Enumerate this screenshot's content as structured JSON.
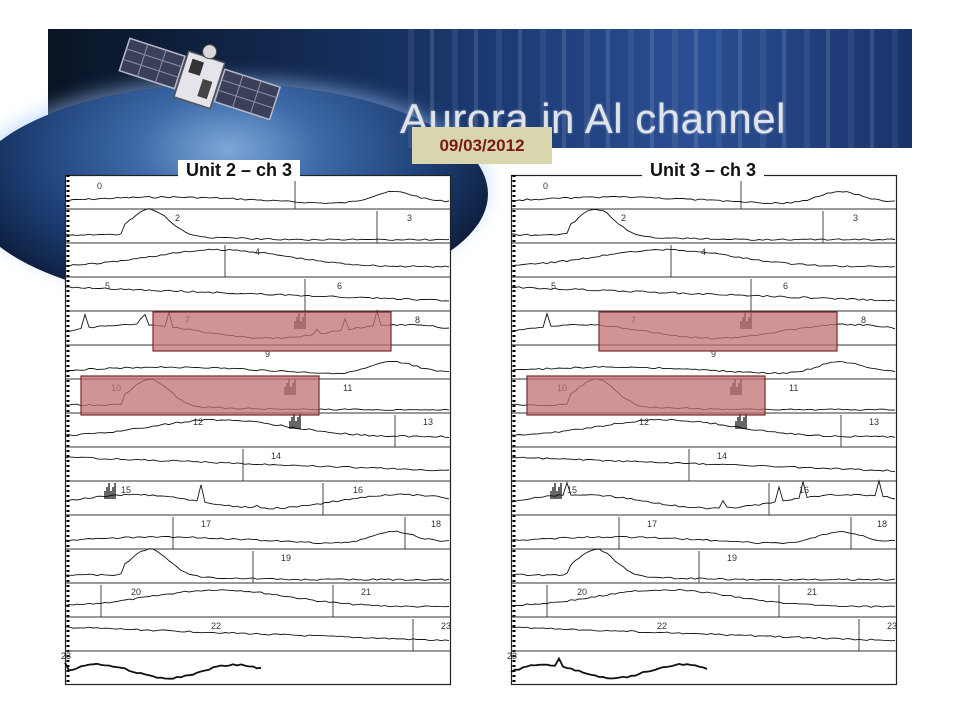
{
  "slide": {
    "title": "Aurora in Al channel",
    "date": "09/03/2012"
  },
  "chart_data": [
    {
      "type": "line",
      "title": "Unit 2 – ch 3",
      "rows": [
        {
          "labels": [
            "0"
          ]
        },
        {
          "labels": [
            "2",
            "3"
          ]
        },
        {
          "labels": [
            "4"
          ]
        },
        {
          "labels": [
            "5",
            "6"
          ]
        },
        {
          "labels": [
            "7",
            "8"
          ]
        },
        {
          "labels": [
            "9"
          ]
        },
        {
          "labels": [
            "10",
            "11"
          ]
        },
        {
          "labels": [
            "12",
            "13"
          ]
        },
        {
          "labels": [
            "14"
          ]
        },
        {
          "labels": [
            "15",
            "16"
          ]
        },
        {
          "labels": [
            "17",
            "18"
          ]
        },
        {
          "labels": [
            "19"
          ]
        },
        {
          "labels": [
            "20",
            "21"
          ]
        },
        {
          "labels": [
            "22",
            "23"
          ]
        },
        {
          "labels": [
            "23"
          ]
        }
      ],
      "highlights": [
        "rows 7–9",
        "rows 10–11"
      ],
      "highlight_color": "#c27070"
    },
    {
      "type": "line",
      "title": "Unit 3 – ch 3",
      "rows": [
        {
          "labels": [
            "0"
          ]
        },
        {
          "labels": [
            "2",
            "3"
          ]
        },
        {
          "labels": [
            "4"
          ]
        },
        {
          "labels": [
            "5",
            "6"
          ]
        },
        {
          "labels": [
            "7",
            "8"
          ]
        },
        {
          "labels": [
            "9"
          ]
        },
        {
          "labels": [
            "10",
            "11"
          ]
        },
        {
          "labels": [
            "12",
            "13"
          ]
        },
        {
          "labels": [
            "14"
          ]
        },
        {
          "labels": [
            "15",
            "16"
          ]
        },
        {
          "labels": [
            "17",
            "18"
          ]
        },
        {
          "labels": [
            "19"
          ]
        },
        {
          "labels": [
            "20",
            "21"
          ]
        },
        {
          "labels": [
            "22",
            "23"
          ]
        },
        {
          "labels": [
            "23"
          ]
        }
      ],
      "highlights": [
        "rows 7–9",
        "rows 10–11"
      ],
      "highlight_color": "#c27070"
    }
  ]
}
